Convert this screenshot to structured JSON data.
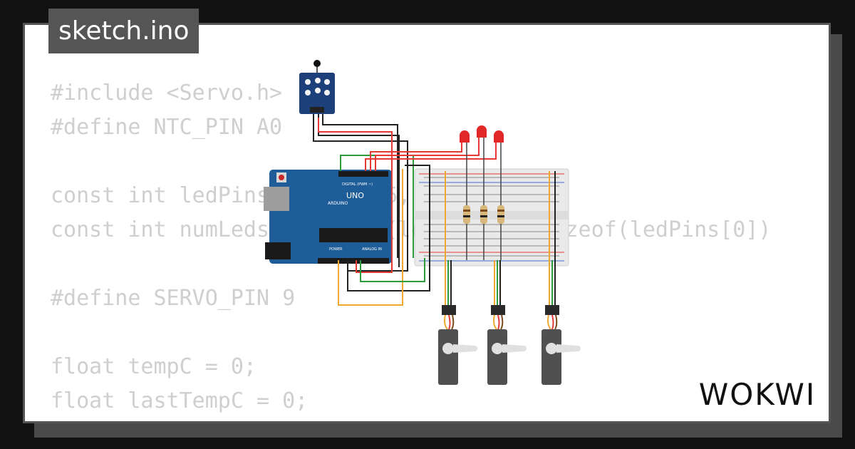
{
  "tab": {
    "label": "sketch.ino"
  },
  "code_lines": [
    "#include <Servo.h>",
    "#define NTC_PIN A0",
    "",
    "const int ledPins[] = {3, 5, 8};",
    "const int numLeds = sizeof(ledPins) / sizeof(ledPins[0])",
    "",
    "#define SERVO_PIN 9",
    "",
    "float tempC = 0;",
    "float lastTempC = 0;"
  ],
  "board": {
    "label": "UNO",
    "brand": "ARDUINO",
    "digital_label": "DIGITAL (PWM ~)",
    "power_label": "POWER",
    "analog_label": "ANALOG IN"
  },
  "logo": {
    "text": "WOKWI"
  },
  "colors": {
    "board": "#1f5d99",
    "wire_red": "#e53935",
    "wire_green": "#2e9b3f",
    "wire_black": "#222222",
    "wire_orange": "#f0a830",
    "led": "#e02828",
    "servo": "#505050",
    "ntc_module": "#1d3f7a"
  },
  "icons": [
    "ntc-sensor-module-icon",
    "arduino-uno-icon",
    "breadboard-icon",
    "led-icon",
    "resistor-icon",
    "servo-icon",
    "wokwi-logo-icon"
  ]
}
